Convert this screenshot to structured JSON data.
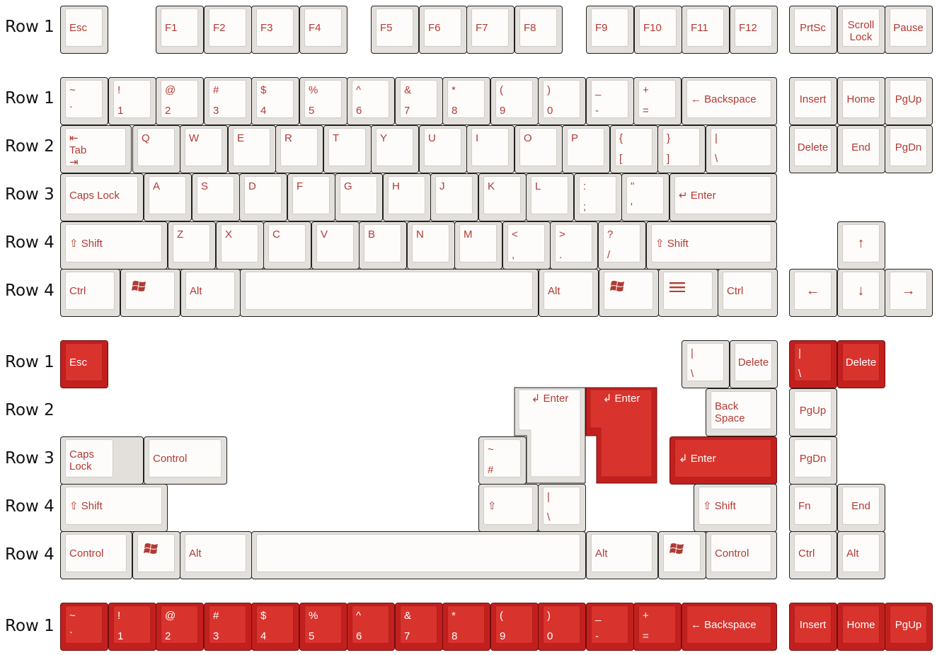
{
  "row_labels": {
    "fn": "Row 1",
    "r1": "Row 1",
    "r2": "Row 2",
    "r3": "Row 3",
    "r4": "Row 4",
    "r4b": "Row 4",
    "b1": "Row 1",
    "b2": "Row 2",
    "b3": "Row 3",
    "b4": "Row 4",
    "b4b": "Row 4",
    "c1": "Row 1"
  },
  "icons": {
    "windows": "windows-logo-icon",
    "menu": "context-menu-icon"
  },
  "colors": {
    "legend": "#b23a33",
    "cap_light": "#fdfcfb",
    "key_base": "#e3dfdb",
    "cap_red": "#d9332d",
    "red_base": "#c2201e"
  },
  "keys": {
    "esc": "Esc",
    "f1": "F1",
    "f2": "F2",
    "f3": "F3",
    "f4": "F4",
    "f5": "F5",
    "f6": "F6",
    "f7": "F7",
    "f8": "F8",
    "f9": "F9",
    "f10": "F10",
    "f11": "F11",
    "f12": "F12",
    "prtsc": "PrtSc",
    "scroll": "Scroll\nLock",
    "pause": "Pause",
    "grave_t": "~",
    "grave_b": "`",
    "n1_t": "!",
    "n1_b": "1",
    "n2_t": "@",
    "n2_b": "2",
    "n3_t": "#",
    "n3_b": "3",
    "n4_t": "$",
    "n4_b": "4",
    "n5_t": "%",
    "n5_b": "5",
    "n6_t": "^",
    "n6_b": "6",
    "n7_t": "&",
    "n7_b": "7",
    "n8_t": "*",
    "n8_b": "8",
    "n9_t": "(",
    "n9_b": "9",
    "n0_t": ")",
    "n0_b": "0",
    "minus_t": "_",
    "minus_b": "-",
    "eq_t": "+",
    "eq_b": "=",
    "backspace": "← Backspace",
    "insert": "Insert",
    "home": "Home",
    "pgup": "PgUp",
    "tab": "⇤\nTab\n⇥",
    "q": "Q",
    "w": "W",
    "e": "E",
    "r": "R",
    "t": "T",
    "y": "Y",
    "u": "U",
    "i": "I",
    "o": "O",
    "p": "P",
    "lbr_t": "{",
    "lbr_b": "[",
    "rbr_t": "}",
    "rbr_b": "]",
    "bsl_t": "|",
    "bsl_b": "\\",
    "delete": "Delete",
    "end": "End",
    "pgdn": "PgDn",
    "caps": "Caps Lock",
    "a": "A",
    "s": "S",
    "d": "D",
    "f": "F",
    "g": "G",
    "h": "H",
    "j": "J",
    "k": "K",
    "l": "L",
    "semi_t": ":",
    "semi_b": ";",
    "quote_t": "\"",
    "quote_b": "'",
    "enter": "↵ Enter",
    "shift": "⇧ Shift",
    "z": "Z",
    "x": "X",
    "c": "C",
    "v": "V",
    "b": "B",
    "n": "N",
    "m": "M",
    "comma_t": "<",
    "comma_b": ",",
    "period_t": ">",
    "period_b": ".",
    "slash_t": "?",
    "slash_b": "/",
    "up": "↑",
    "ctrl": "Ctrl",
    "alt": "Alt",
    "left": "←",
    "down": "↓",
    "right": "→"
  },
  "alt_keys": {
    "esc": "Esc",
    "bsl_t": "|",
    "bsl_b": "\\",
    "delete": "Delete",
    "enter": "↲ Enter",
    "backspace": "Back\nSpace",
    "pgup": "PgUp",
    "pgdn": "PgDn",
    "caps": "Caps\nLock",
    "control": "Control",
    "hash_t": "~",
    "hash_b": "#",
    "shift": "⇧ Shift",
    "shift_small": "⇧",
    "fn": "Fn",
    "end": "End",
    "alt": "Alt",
    "ctrl": "Ctrl"
  }
}
